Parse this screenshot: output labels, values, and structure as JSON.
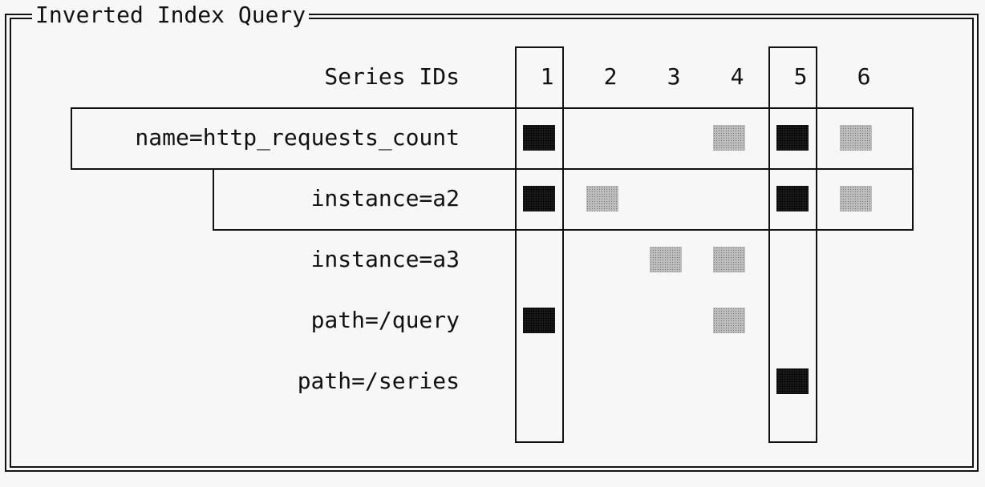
{
  "title": "Inverted Index Query",
  "header_label": "Series IDs",
  "columns": [
    "1",
    "2",
    "3",
    "4",
    "5",
    "6"
  ],
  "rows": [
    {
      "label": "name=http_requests_count",
      "cells": [
        "dark",
        "",
        "",
        "light",
        "dark",
        "light"
      ]
    },
    {
      "label": "instance=a2",
      "cells": [
        "dark",
        "light",
        "",
        "",
        "dark",
        "light"
      ]
    },
    {
      "label": "instance=a3",
      "cells": [
        "",
        "",
        "light",
        "light",
        "",
        ""
      ]
    },
    {
      "label": "path=/query",
      "cells": [
        "dark",
        "",
        "",
        "light",
        "",
        ""
      ]
    },
    {
      "label": "path=/series",
      "cells": [
        "",
        "",
        "",
        "",
        "dark",
        ""
      ]
    }
  ],
  "highlighted_columns": [
    "1",
    "5"
  ],
  "highlighted_rows": [
    "name=http_requests_count",
    "instance=a2"
  ],
  "colors": {
    "marked": "#1c1c1c",
    "unmarked_match": "#bdbdbd",
    "border": "#111111"
  }
}
